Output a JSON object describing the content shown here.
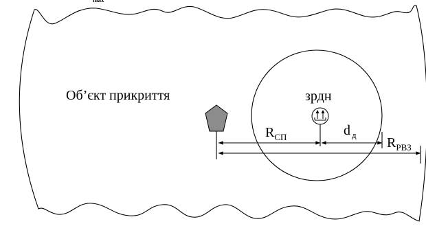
{
  "top_label": {
    "text": "max"
  },
  "protected_object": {
    "label": "Об’єкт прикриття",
    "icon": "pentagon-icon",
    "fill_color": "#8c8c8c"
  },
  "radar": {
    "label": "зрдн",
    "icon": "launcher-icon"
  },
  "dimensions": {
    "r_sp": {
      "main": "R",
      "sub": "СП"
    },
    "d_d": {
      "main": "d",
      "sub": "д"
    },
    "r_rvz": {
      "main": "R",
      "sub": "РВЗ"
    }
  }
}
